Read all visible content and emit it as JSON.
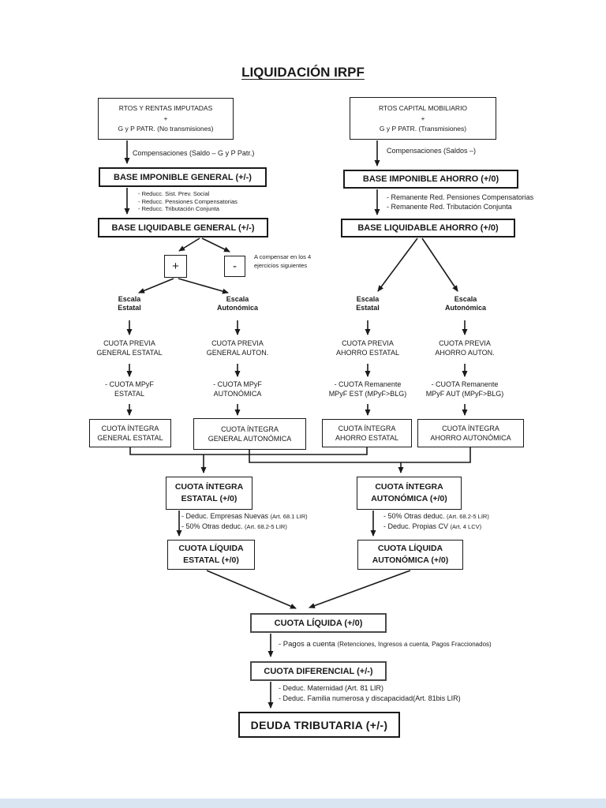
{
  "page": {
    "title": "LIQUIDACIÓN IRPF"
  },
  "flow": {
    "sourceGeneral": {
      "l1": "RTOS Y RENTAS IMPUTADAS",
      "l2": "+",
      "l3": "G y P PATR. (No transmisiones)"
    },
    "sourceAhorro": {
      "l1": "RTOS CAPITAL MOBILIARIO",
      "l2": "+",
      "l3": "G y P PATR. (Transmisiones)"
    },
    "compGeneral": "Compensaciones (Saldo – G y P Patr.)",
    "compAhorro": "Compensaciones (Saldos –)",
    "baseImponibleGeneral": "BASE IMPONIBLE GENERAL (+/-)",
    "reduccionesGeneral": [
      "- Reducc. Sist. Prev. Social",
      "- Reducc. Pensiones Compensatorias",
      "- Reducc. Tributación Conjunta"
    ],
    "baseLiquidableGeneral": "BASE LIQUIDABLE GENERAL (+/-)",
    "baseImponibleAhorro": "BASE IMPONIBLE AHORRO (+/0)",
    "reduccionesAhorro": [
      "- Remanente Red. Pensiones Compensatorias",
      "- Remanente Red. Tributación Conjunta"
    ],
    "baseLiquidableAhorro": "BASE LIQUIDABLE AHORRO (+/0)",
    "plus": "+",
    "minus": "-",
    "compensarNote": "A compensar en los 4 ejercicios siguientes",
    "escala": {
      "c1": {
        "l1": "Escala",
        "l2": "Estatal"
      },
      "c2": {
        "l1": "Escala",
        "l2": "Autonómica"
      },
      "c3": {
        "l1": "Escala",
        "l2": "Estatal"
      },
      "c4": {
        "l1": "Escala",
        "l2": "Autonómica"
      }
    },
    "cuotaPrevia": {
      "c1": {
        "l1": "CUOTA PREVIA",
        "l2": "GENERAL ESTATAL"
      },
      "c2": {
        "l1": "CUOTA PREVIA",
        "l2": "GENERAL AUTON."
      },
      "c3": {
        "l1": "CUOTA PREVIA",
        "l2": "AHORRO ESTATAL"
      },
      "c4": {
        "l1": "CUOTA PREVIA",
        "l2": "AHORRO AUTON."
      }
    },
    "minoraciones": {
      "c1": {
        "l1": "- CUOTA MPyF",
        "l2": "ESTATAL"
      },
      "c2": {
        "l1": "- CUOTA MPyF",
        "l2": "AUTONÓMICA"
      },
      "c3": {
        "l1": "- CUOTA Remanente",
        "l2": "MPyF EST (MPyF>BLG)"
      },
      "c4": {
        "l1": "- CUOTA Remanente",
        "l2": "MPyF AUT (MPyF>BLG)"
      }
    },
    "cuotaIntegra": {
      "c1": {
        "l1": "CUOTA ÍNTEGRA",
        "l2": "GENERAL ESTATAL"
      },
      "c2": {
        "l1": "CUOTA ÍNTEGRA",
        "l2": "GENERAL AUTONÓMICA"
      },
      "c3": {
        "l1": "CUOTA ÍNTEGRA",
        "l2": "AHORRO ESTATAL"
      },
      "c4": {
        "l1": "CUOTA ÍNTEGRA",
        "l2": "AHORRO AUTONÓMICA"
      }
    },
    "cuotaIntegraEstatal": {
      "l1": "CUOTA ÍNTEGRA",
      "l2": "ESTATAL (+/0)"
    },
    "cuotaIntegraAutonomica": {
      "l1": "CUOTA ÍNTEGRA",
      "l2": "AUTONÓMICA (+/0)"
    },
    "deduccionesEstatal": [
      {
        "text": "- Deduc. Empresas Nuevas ",
        "cite": "(Art. 68.1 LIR)"
      },
      {
        "text": "- 50% Otras deduc. ",
        "cite": "(Art. 68.2-5 LIR)"
      }
    ],
    "deduccionesAutonomica": [
      {
        "text": "- 50% Otras deduc. ",
        "cite": "(Art. 68.2-5 LIR)"
      },
      {
        "text": "- Deduc. Propias CV ",
        "cite": "(Art. 4 LCV)"
      }
    ],
    "cuotaLiquidaEstatal": {
      "l1": "CUOTA LÍQUIDA",
      "l2": "ESTATAL (+/0)"
    },
    "cuotaLiquidaAutonomica": {
      "l1": "CUOTA LÍQUIDA",
      "l2": "AUTONÓMICA (+/0)"
    },
    "cuotaLiquida": "CUOTA LÍQUIDA (+/0)",
    "pagosCuenta": {
      "text": "- Pagos a cuenta ",
      "cite": "(Retenciones, Ingresos a cuenta, Pagos Fraccionados)"
    },
    "cuotaDiferencial": "CUOTA DIFERENCIAL (+/-)",
    "deduccionesFinales": [
      "- Deduc. Maternidad (Art. 81 LIR)",
      "- Deduc. Familia numerosa y discapacidad(Art. 81bis LIR)"
    ],
    "deudaTributaria": "DEUDA TRIBUTARIA (+/-)"
  }
}
